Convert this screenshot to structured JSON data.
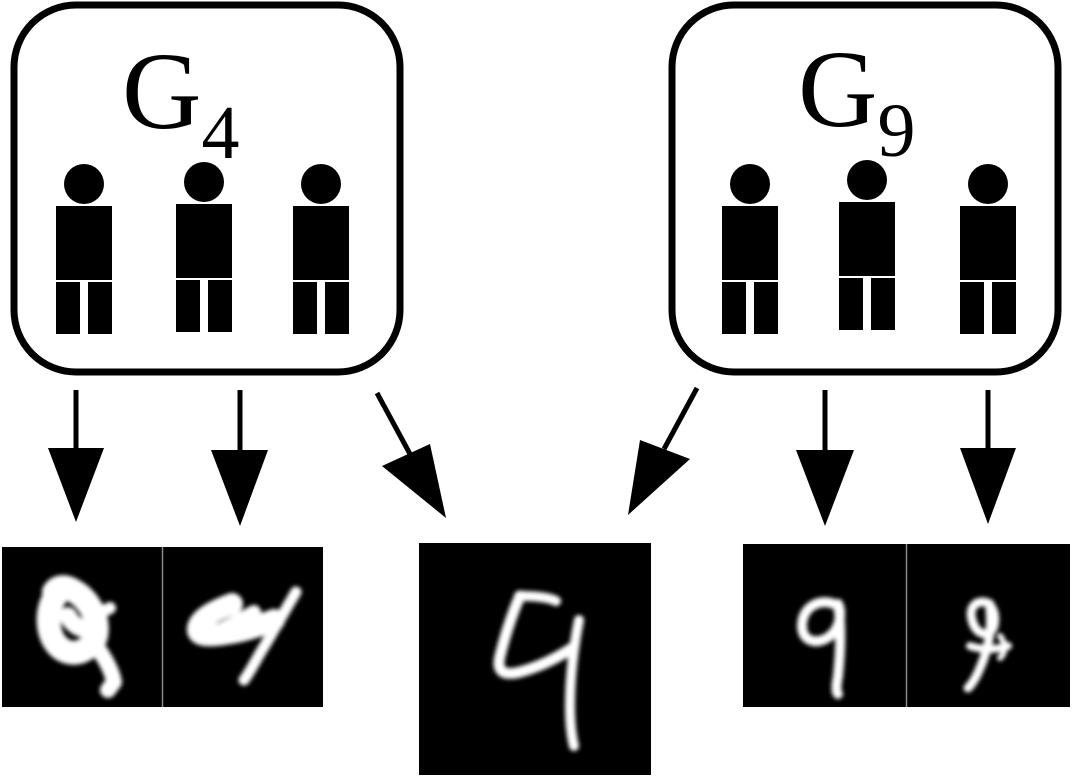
{
  "groups": [
    {
      "id": "g4",
      "letter": "G",
      "subscript": "4",
      "members": 3
    },
    {
      "id": "g9",
      "letter": "G",
      "subscript": "9",
      "members": 3
    }
  ],
  "digit_images": [
    {
      "id": "img-4a",
      "depicts": "4",
      "source_group": "g4"
    },
    {
      "id": "img-4b",
      "depicts": "4",
      "source_group": "g4"
    },
    {
      "id": "img-ambiguous",
      "depicts": "4 or 9",
      "source_group": "g4, g9"
    },
    {
      "id": "img-9a",
      "depicts": "9",
      "source_group": "g9"
    },
    {
      "id": "img-9b",
      "depicts": "9",
      "source_group": "g9"
    }
  ],
  "colors": {
    "stroke": "#000000",
    "background": "#ffffff",
    "digit_bg": "#000000",
    "digit_fg": "#ffffff"
  }
}
